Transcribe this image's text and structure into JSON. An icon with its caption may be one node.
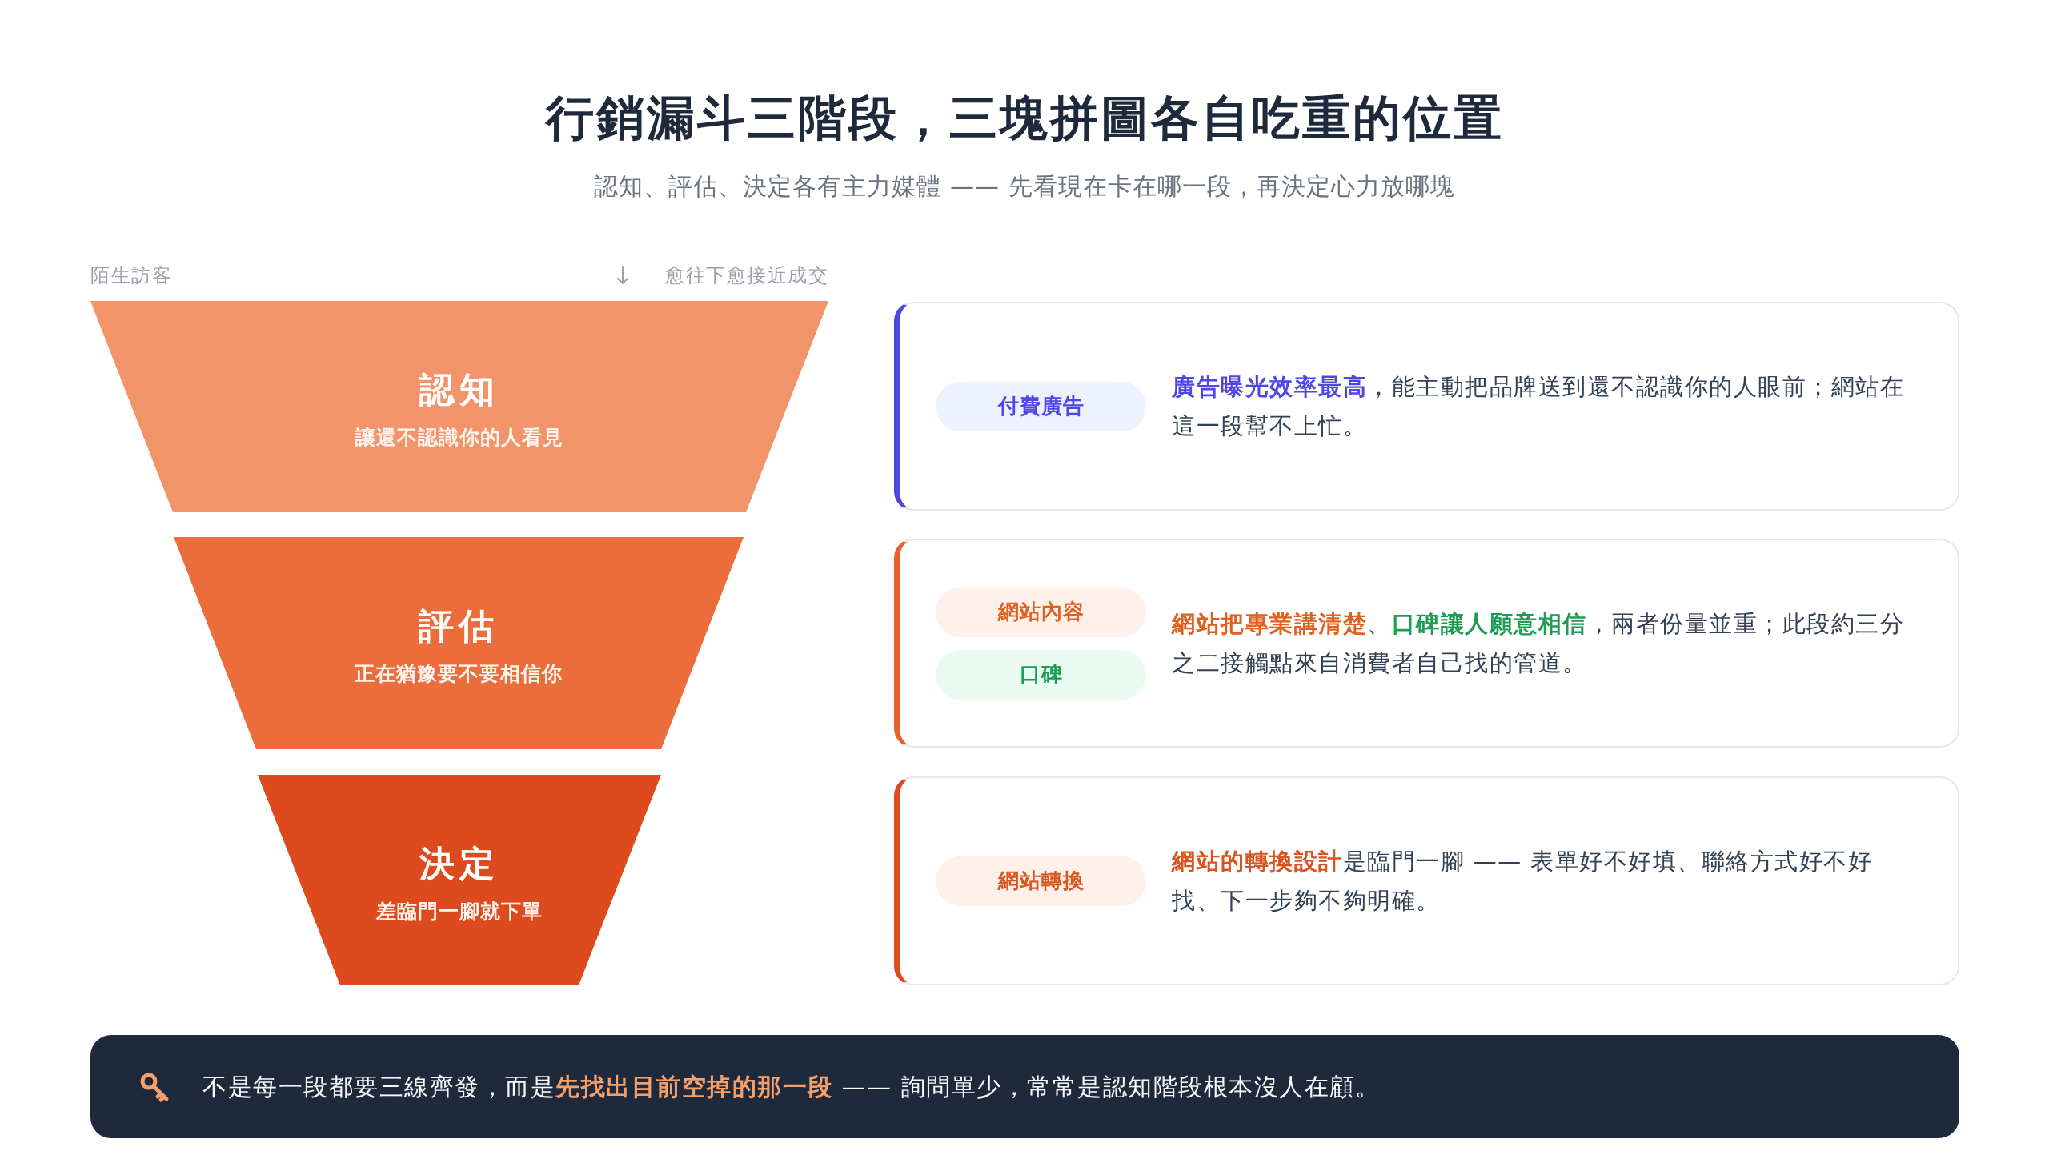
{
  "diagram": {
    "title": "行銷漏斗三階段，三塊拼圖各自吃重的位置",
    "nodes": [
      {
        "text": [
          "認知",
          "讓還不認識你的人看見"
        ]
      },
      {
        "text": [
          "**廣告曝光效率最高**，能主動把品牌送到還不認識你的人眼前；網站在這一段幫不上忙。"
        ]
      },
      {
        "text": [
          "付費廣告"
        ],
        "in": 1
      },
      {
        "text": [
          "評估",
          "正在猶豫要不要相信你"
        ]
      },
      {
        "text": [
          "**網站把專業講清楚**、**口碑讓人願意相信**，兩者份量並重；此段約三分之二接觸點來自消費者自己找的管道。"
        ]
      },
      {
        "text": [
          "網站內容"
        ],
        "in": 4
      },
      {
        "text": [
          "口碑"
        ],
        "in": 4
      },
      {
        "text": [
          "決定",
          "差臨門一腳就下單"
        ]
      },
      {
        "text": [
          "**網站的轉換設計**是臨門一腳 —— 表單好不好填、聯絡方式好不好找、下一步夠不夠明確。"
        ]
      },
      {
        "text": [
          "網站轉換"
        ],
        "in": 8
      },
      {
        "text": [
          "不是每一段都要三線齊發，而是**先找出目前空掉的那一段** —— 詢問單少，常常是認知階段根本沒人在顧。"
        ]
      }
    ],
    "labels": [
      "認知、評估、決定各有主力媒體 —— 先看現在卡在哪一段，再決定心力放哪塊",
      "陌生訪客",
      "愈往下愈接近成交"
    ]
  }
}
